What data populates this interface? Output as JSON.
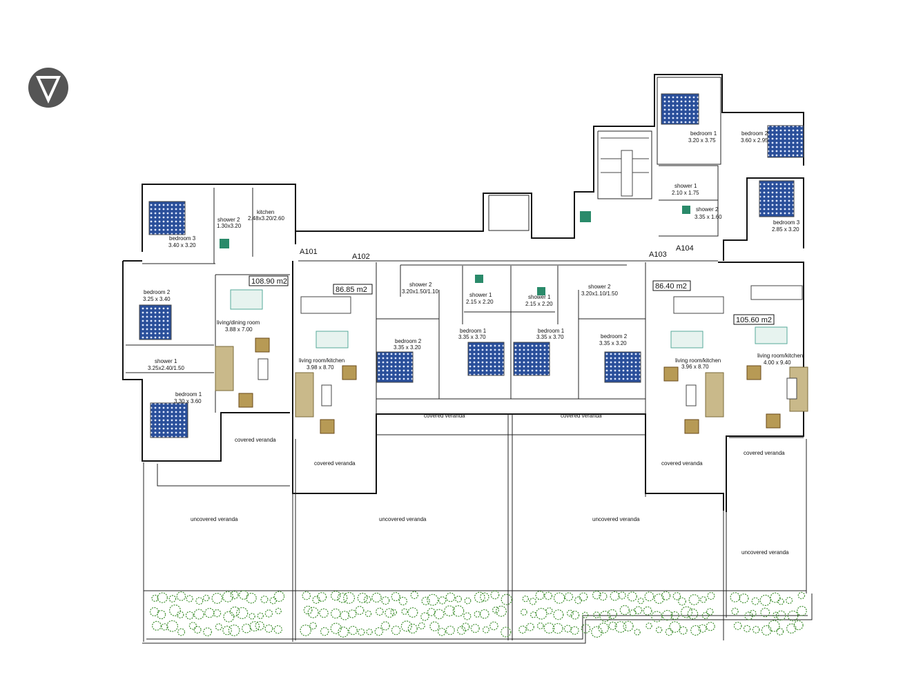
{
  "colors": {
    "bed": "#2a4f9a",
    "sofa": "#c9b98a",
    "armchair_accent": "#8a6a2a",
    "planting": "#3f8f2f"
  },
  "units": {
    "a101": {
      "code": "A101",
      "area": "108.90 m2"
    },
    "a102": {
      "code": "A102",
      "area": "86.85 m2"
    },
    "a103": {
      "code": "A103",
      "area": "86.40 m2"
    },
    "a104": {
      "code": "A104",
      "area": "105.60 m2"
    }
  },
  "rooms": {
    "a101_bedroom3": {
      "name": "bedroom 3",
      "dims": "3.40 x 3.20"
    },
    "a101_shower2": {
      "name": "shower 2",
      "dims": "1.30x3.20"
    },
    "a101_kitchen": {
      "name": "kitchen",
      "dims": "2.48x3.20/2.60"
    },
    "a101_bedroom2": {
      "name": "bedroom 2",
      "dims": "3.25 x 3.40"
    },
    "a101_living": {
      "name": "living/dining room",
      "dims": "3.88 x 7.00"
    },
    "a101_shower1": {
      "name": "shower 1",
      "dims": "3.25x2.40/1.50"
    },
    "a101_bedroom1": {
      "name": "bedroom 1",
      "dims": "3.30 x 3.60"
    },
    "a102_living": {
      "name": "living room/kitchen",
      "dims": "3.98 x 8.70"
    },
    "a102_shower2": {
      "name": "shower 2",
      "dims": "3.20x1.50/1.10"
    },
    "a102_bedroom2": {
      "name": "bedroom 2",
      "dims": "3.35 x 3.20"
    },
    "a102_shower1": {
      "name": "shower 1",
      "dims": "2.15 x 2.20"
    },
    "a102_bedroom1": {
      "name": "bedroom 1",
      "dims": "3.35 x 3.70"
    },
    "a103_shower1": {
      "name": "shower 1",
      "dims": "2.15 x 2.20"
    },
    "a103_bedroom1": {
      "name": "bedroom 1",
      "dims": "3.35 x 3.70"
    },
    "a103_shower2": {
      "name": "shower 2",
      "dims": "3.20x1.10/1.50"
    },
    "a103_bedroom2": {
      "name": "bedroom 2",
      "dims": "3.35 x 3.20"
    },
    "a103_living": {
      "name": "living room/kitchen",
      "dims": "3.96 x 8.70"
    },
    "a104_bedroom1": {
      "name": "bedroom 1",
      "dims": "3.20 x 3.75"
    },
    "a104_bedroom2": {
      "name": "bedroom 2",
      "dims": "3.60 x 2.95"
    },
    "a104_shower1": {
      "name": "shower 1",
      "dims": "2.10 x 1.75"
    },
    "a104_shower2": {
      "name": "shower 2",
      "dims": "3.35 x 1.60"
    },
    "a104_bedroom3": {
      "name": "bedroom 3",
      "dims": "2.85 x 3.20"
    },
    "a104_living": {
      "name": "living room/kitchen",
      "dims": "4.00 x 9.40"
    }
  },
  "verandas": {
    "covered": "covered veranda",
    "uncovered": "uncovered veranda"
  }
}
